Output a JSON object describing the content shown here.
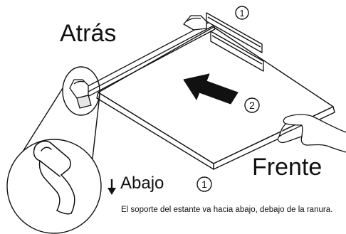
{
  "labels": {
    "back": "Atrás",
    "front": "Frente",
    "down": "Abajo",
    "marker_1": "1",
    "marker_2": "2"
  },
  "caption": "El soporte del estante va hacia abajo, debajo de la ranura.",
  "colors": {
    "line": "#111111",
    "arrow_fill": "#111111",
    "background": "#ffffff"
  }
}
